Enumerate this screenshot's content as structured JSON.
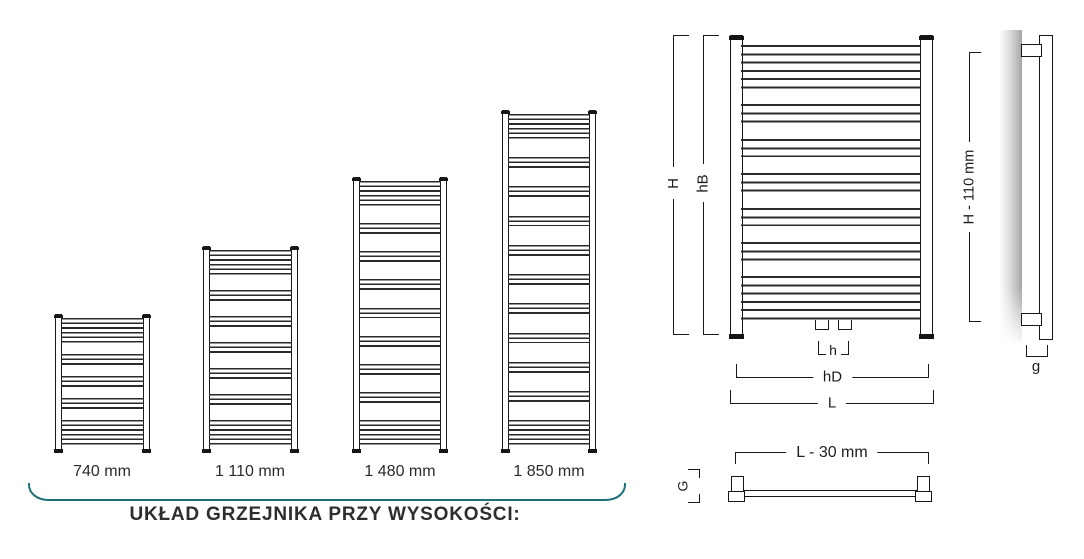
{
  "meta": {
    "background_color": "#ffffff",
    "line_color": "#2a2a2a",
    "accent_color": "#1b7278"
  },
  "left_panel": {
    "caption": "UKŁAD GRZEJNIKA PRZY WYSOKOŚCI:",
    "radiators": [
      {
        "label": "740 mm",
        "height_mm": 740,
        "tube_groups": [
          6,
          3,
          3,
          3,
          6
        ]
      },
      {
        "label": "1 110 mm",
        "height_mm": 1110,
        "tube_groups": [
          6,
          3,
          3,
          3,
          3,
          3,
          6
        ]
      },
      {
        "label": "1 480 mm",
        "height_mm": 1480,
        "tube_groups": [
          6,
          3,
          3,
          3,
          3,
          3,
          3,
          3,
          6
        ]
      },
      {
        "label": "1 850 mm",
        "height_mm": 1850,
        "tube_groups": [
          6,
          3,
          3,
          3,
          3,
          3,
          3,
          3,
          3,
          3,
          6
        ]
      }
    ]
  },
  "drawing": {
    "front_view": {
      "height_total_label": "H",
      "height_body_label": "hB",
      "connection_spacing_label": "h",
      "connection_width_label": "hD",
      "length_label": "L",
      "tube_groups": [
        6,
        3,
        3,
        3,
        3,
        3,
        6
      ]
    },
    "side_view": {
      "mount_height_label": "H - 110 mm",
      "depth_label": "g"
    },
    "top_view": {
      "length_label": "L - 30 mm",
      "depth_label": "G"
    }
  }
}
